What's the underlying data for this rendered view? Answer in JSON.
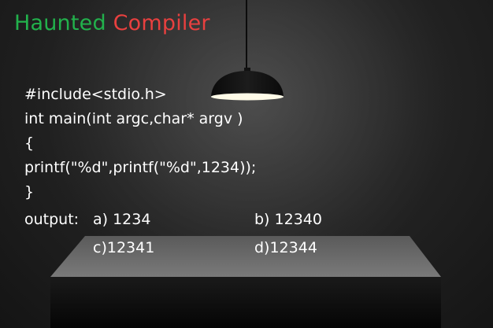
{
  "title": {
    "word1": "Haunted",
    "word2": "Compiler"
  },
  "code_lines": [
    "#include<stdio.h>",
    "int main(int argc,char* argv )",
    "{",
    "printf(\"%d\",printf(\"%d\",1234));",
    "}"
  ],
  "question": {
    "label": "output:",
    "options": {
      "a": "a) 1234",
      "b": "b) 12340",
      "c": "c)12341",
      "d": "d)12344"
    }
  },
  "colors": {
    "word1": "#22b14c",
    "word2": "#e8403f",
    "background": "#242424",
    "text": "#ffffff"
  },
  "icons": [
    "hanging-lamp-icon",
    "table-block"
  ]
}
